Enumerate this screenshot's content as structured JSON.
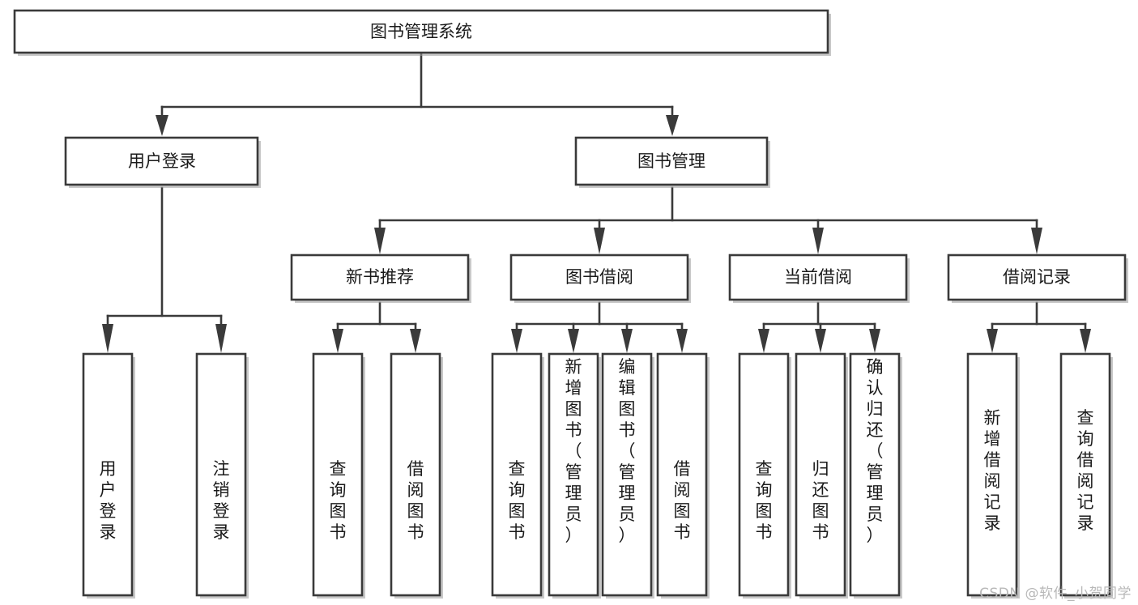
{
  "diagram": {
    "type": "tree",
    "title": "图书管理系统",
    "orientation": "top-down",
    "style": {
      "box_fill": "#ffffff",
      "box_stroke": "#3a3a3a",
      "text_color": "#1a1a1a",
      "background": "#ffffff",
      "watermark_color": "#b8b8b8"
    },
    "watermark": "CSDN @软件_小贺同学",
    "levels": 4
  },
  "nodes": {
    "root": {
      "label": "图书管理系统"
    },
    "level2": [
      {
        "id": "user-login",
        "label": "用户登录"
      },
      {
        "id": "book-manage",
        "label": "图书管理"
      }
    ],
    "level3": [
      {
        "id": "new-book-recommend",
        "label": "新书推荐",
        "parent": "book-manage"
      },
      {
        "id": "book-borrow",
        "label": "图书借阅",
        "parent": "book-manage"
      },
      {
        "id": "current-borrow",
        "label": "当前借阅",
        "parent": "book-manage"
      },
      {
        "id": "borrow-record",
        "label": "借阅记录",
        "parent": "book-manage"
      }
    ],
    "leaves": [
      {
        "id": "leaf-user-login",
        "label": "用户登录",
        "parent": "user-login"
      },
      {
        "id": "leaf-logout-login",
        "label": "注销登录",
        "parent": "user-login"
      },
      {
        "id": "leaf-query-book-1",
        "label": "查询图书",
        "parent": "new-book-recommend"
      },
      {
        "id": "leaf-borrow-book-1",
        "label": "借阅图书",
        "parent": "new-book-recommend"
      },
      {
        "id": "leaf-query-book-2",
        "label": "查询图书",
        "parent": "book-borrow"
      },
      {
        "id": "leaf-add-book",
        "label": "新增图书（管理员）",
        "parent": "book-borrow"
      },
      {
        "id": "leaf-edit-book",
        "label": "编辑图书（管理员）",
        "parent": "book-borrow"
      },
      {
        "id": "leaf-borrow-book-2",
        "label": "借阅图书",
        "parent": "book-borrow"
      },
      {
        "id": "leaf-query-book-3",
        "label": "查询图书",
        "parent": "current-borrow"
      },
      {
        "id": "leaf-return-book",
        "label": "归还图书",
        "parent": "current-borrow"
      },
      {
        "id": "leaf-confirm-return",
        "label": "确认归还（管理员）",
        "parent": "current-borrow"
      },
      {
        "id": "leaf-add-record",
        "label": "新增借阅记录",
        "parent": "borrow-record"
      },
      {
        "id": "leaf-query-record",
        "label": "查询借阅记录",
        "parent": "borrow-record"
      }
    ]
  }
}
